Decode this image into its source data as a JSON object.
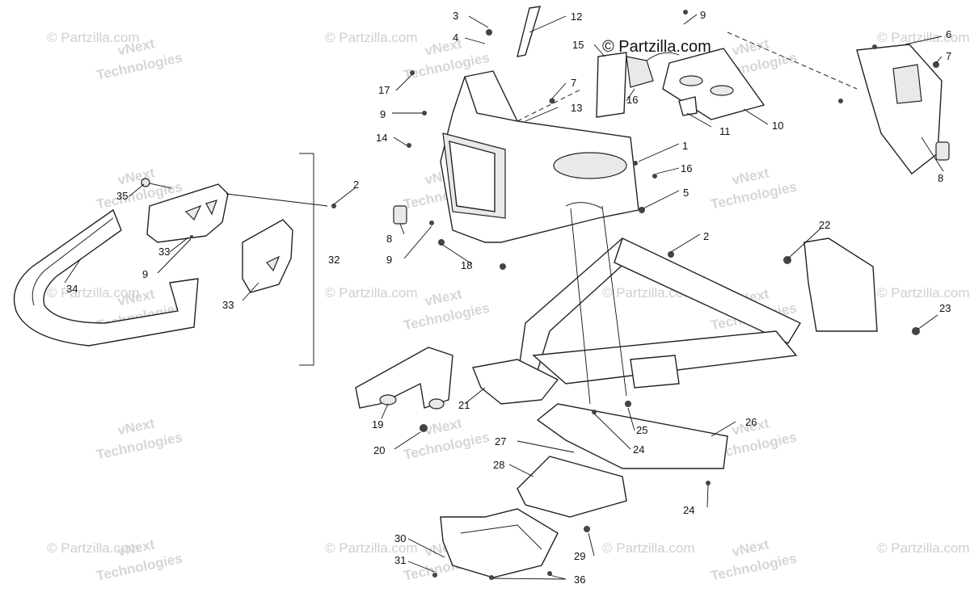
{
  "copyright": "© Partzilla.com",
  "watermarks": {
    "partzilla": "© Partzilla.com",
    "vnext": "vNext",
    "technologies": "Technologies"
  },
  "callouts": [
    "1",
    "2",
    "2",
    "3",
    "4",
    "5",
    "6",
    "7",
    "7",
    "8",
    "8",
    "9",
    "9",
    "9",
    "9",
    "10",
    "11",
    "12",
    "13",
    "14",
    "15",
    "16",
    "16",
    "17",
    "18",
    "19",
    "20",
    "21",
    "22",
    "23",
    "24",
    "24",
    "25",
    "26",
    "27",
    "28",
    "29",
    "30",
    "31",
    "32",
    "33",
    "33",
    "34",
    "35",
    "36"
  ]
}
